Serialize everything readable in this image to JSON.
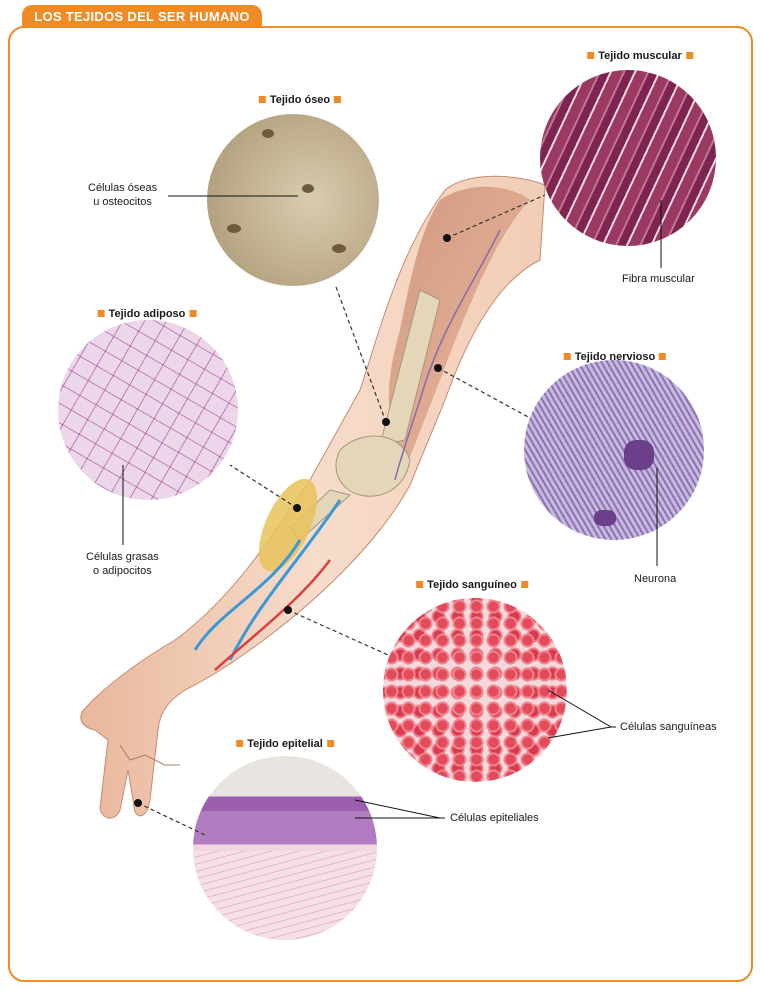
{
  "header": {
    "title": "LOS TEJIDOS DEL SER HUMANO"
  },
  "tissues": {
    "oseo": {
      "title": "Tejido óseo",
      "annotation": [
        "Células óseas",
        "u osteocitos"
      ]
    },
    "muscular": {
      "title": "Tejido muscular",
      "annotation": [
        "Fibra muscular"
      ]
    },
    "adiposo": {
      "title": "Tejido adiposo",
      "annotation": [
        "Células grasas",
        "o adipocitos"
      ]
    },
    "nervioso": {
      "title": "Tejido nervioso",
      "annotation": [
        "Neurona"
      ]
    },
    "sanguineo": {
      "title": "Tejido sanguíneo",
      "annotation": [
        "Células sanguíneas"
      ]
    },
    "epitelial": {
      "title": "Tejido epitelial",
      "annotation": [
        "Células epiteliales"
      ]
    }
  },
  "colors": {
    "accent": "#f08a24",
    "skin": "#f3d3bd",
    "bone": "#d9cdb0",
    "muscle": "#8a2c4e",
    "blood": "#e0495a",
    "nerve": "#7f5a9e"
  }
}
